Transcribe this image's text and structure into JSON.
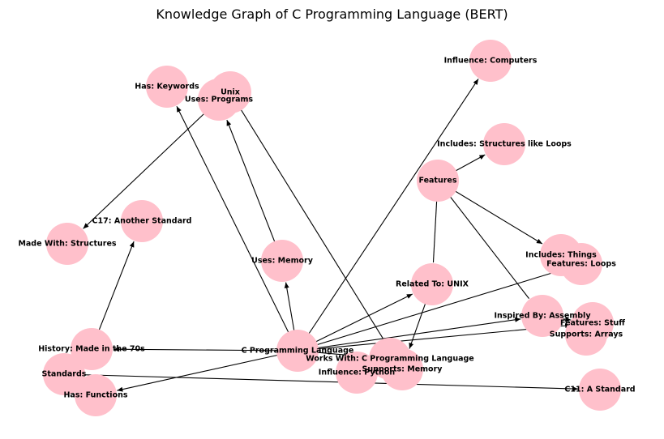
{
  "title": "Knowledge Graph of C Programming Language (BERT)",
  "colors": {
    "node_fill": "#ffc0cb",
    "edge": "#000000",
    "text": "#000000"
  },
  "nodes": [
    {
      "id": "c",
      "label": "C Programming Language"
    },
    {
      "id": "keywords",
      "label": "Has: Keywords"
    },
    {
      "id": "unix",
      "label": "Unix"
    },
    {
      "id": "programs",
      "label": "Uses: Programs"
    },
    {
      "id": "computers",
      "label": "Influence: Computers"
    },
    {
      "id": "loops_struct",
      "label": "Includes: Structures like Loops"
    },
    {
      "id": "features",
      "label": "Features"
    },
    {
      "id": "c17",
      "label": "C17: Another Standard"
    },
    {
      "id": "structures",
      "label": "Made With: Structures"
    },
    {
      "id": "memory",
      "label": "Uses: Memory"
    },
    {
      "id": "things",
      "label": "Includes: Things"
    },
    {
      "id": "feat_loops",
      "label": "Features: Loops"
    },
    {
      "id": "related_unix",
      "label": "Related To: UNIX"
    },
    {
      "id": "assembly",
      "label": "Inspired By: Assembly"
    },
    {
      "id": "stuff",
      "label": "Features: Stuff"
    },
    {
      "id": "arrays",
      "label": "Supports: Arrays"
    },
    {
      "id": "history",
      "label": "History: Made in the 70s"
    },
    {
      "id": "works_with",
      "label": "Works With: C Programming Language"
    },
    {
      "id": "supp_memory",
      "label": "Supports: Memory"
    },
    {
      "id": "python",
      "label": "Influence: Python"
    },
    {
      "id": "standards",
      "label": "Standards"
    },
    {
      "id": "functions",
      "label": "Has: Functions"
    },
    {
      "id": "c11",
      "label": "C11: A Standard"
    }
  ],
  "edges": [
    {
      "from": "c",
      "to": "keywords",
      "directed": true
    },
    {
      "from": "c",
      "to": "memory",
      "directed": true
    },
    {
      "from": "c",
      "to": "computers",
      "directed": true
    },
    {
      "from": "c",
      "to": "related_unix",
      "directed": true
    },
    {
      "from": "c",
      "to": "assembly",
      "directed": true
    },
    {
      "from": "c",
      "to": "stuff",
      "directed": true
    },
    {
      "from": "c",
      "to": "history",
      "directed": true
    },
    {
      "from": "c",
      "to": "functions",
      "directed": true
    },
    {
      "from": "c",
      "to": "works_with",
      "directed": true
    },
    {
      "from": "c",
      "to": "feat_loops",
      "directed": false
    },
    {
      "from": "memory",
      "to": "programs",
      "directed": true
    },
    {
      "from": "programs",
      "to": "structures",
      "directed": true
    },
    {
      "from": "unix",
      "to": "supp_memory",
      "directed": true
    },
    {
      "from": "features",
      "to": "loops_struct",
      "directed": true
    },
    {
      "from": "features",
      "to": "things",
      "directed": true
    },
    {
      "from": "features",
      "to": "related_unix",
      "directed": false
    },
    {
      "from": "features",
      "to": "assembly",
      "directed": false
    },
    {
      "from": "related_unix",
      "to": "supp_memory",
      "directed": true
    },
    {
      "from": "assembly",
      "to": "stuff",
      "directed": true
    },
    {
      "from": "history",
      "to": "c17",
      "directed": true
    },
    {
      "from": "standards",
      "to": "c11",
      "directed": true
    }
  ]
}
